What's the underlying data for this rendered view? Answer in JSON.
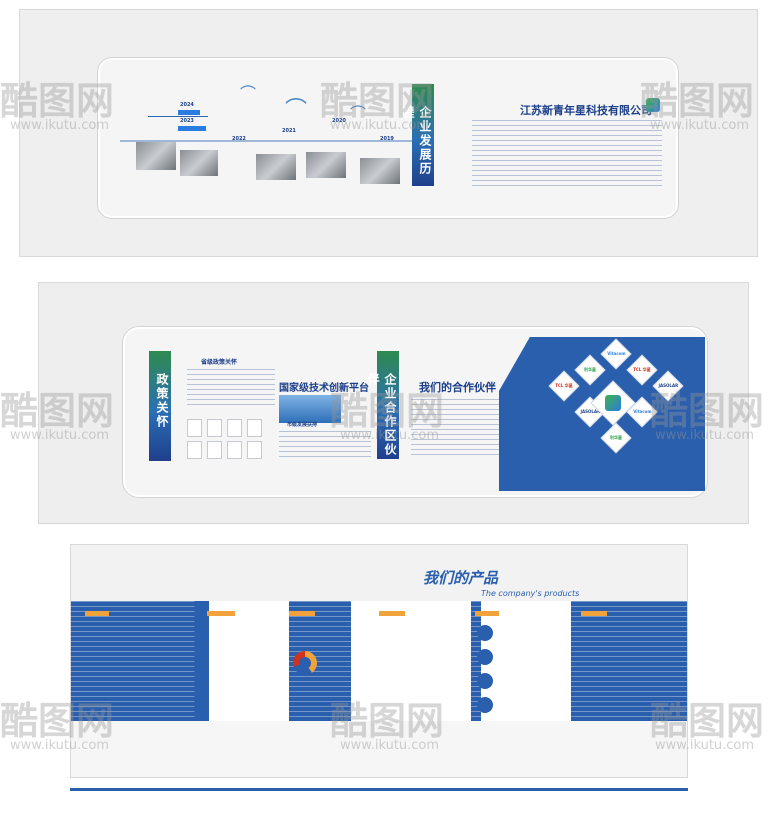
{
  "panel1": {
    "company_name": "江苏新青年星科技有限公司",
    "vertical_title": "企业发展历程",
    "years": [
      "2024",
      "2023",
      "2022",
      "2021",
      "2020",
      "2019"
    ]
  },
  "panel2": {
    "policy_vertical": "政策关怀",
    "policy_heading": "省级政策关怀",
    "platform_title": "国家级技术创新平台",
    "city_heading": "市级发展扶持",
    "coop_vertical": "企业合作区伙伴",
    "partner_title": "我们的合作伙伴",
    "logos": [
      "TCL 华星",
      "利华星",
      "Vitacom",
      "JASOLAR",
      "TCL 华星",
      "JASOLAR",
      "Vitacom",
      "利华星"
    ]
  },
  "panel3": {
    "title_cn": "我们的产品",
    "title_en": "The company's products"
  },
  "watermarks": {
    "logo_text": "酷图网",
    "url": "www.ikutu.com"
  },
  "colors": {
    "brand_blue": "#2a5fad",
    "accent_green": "#2f8a4f",
    "accent_orange": "#f2a23a"
  }
}
